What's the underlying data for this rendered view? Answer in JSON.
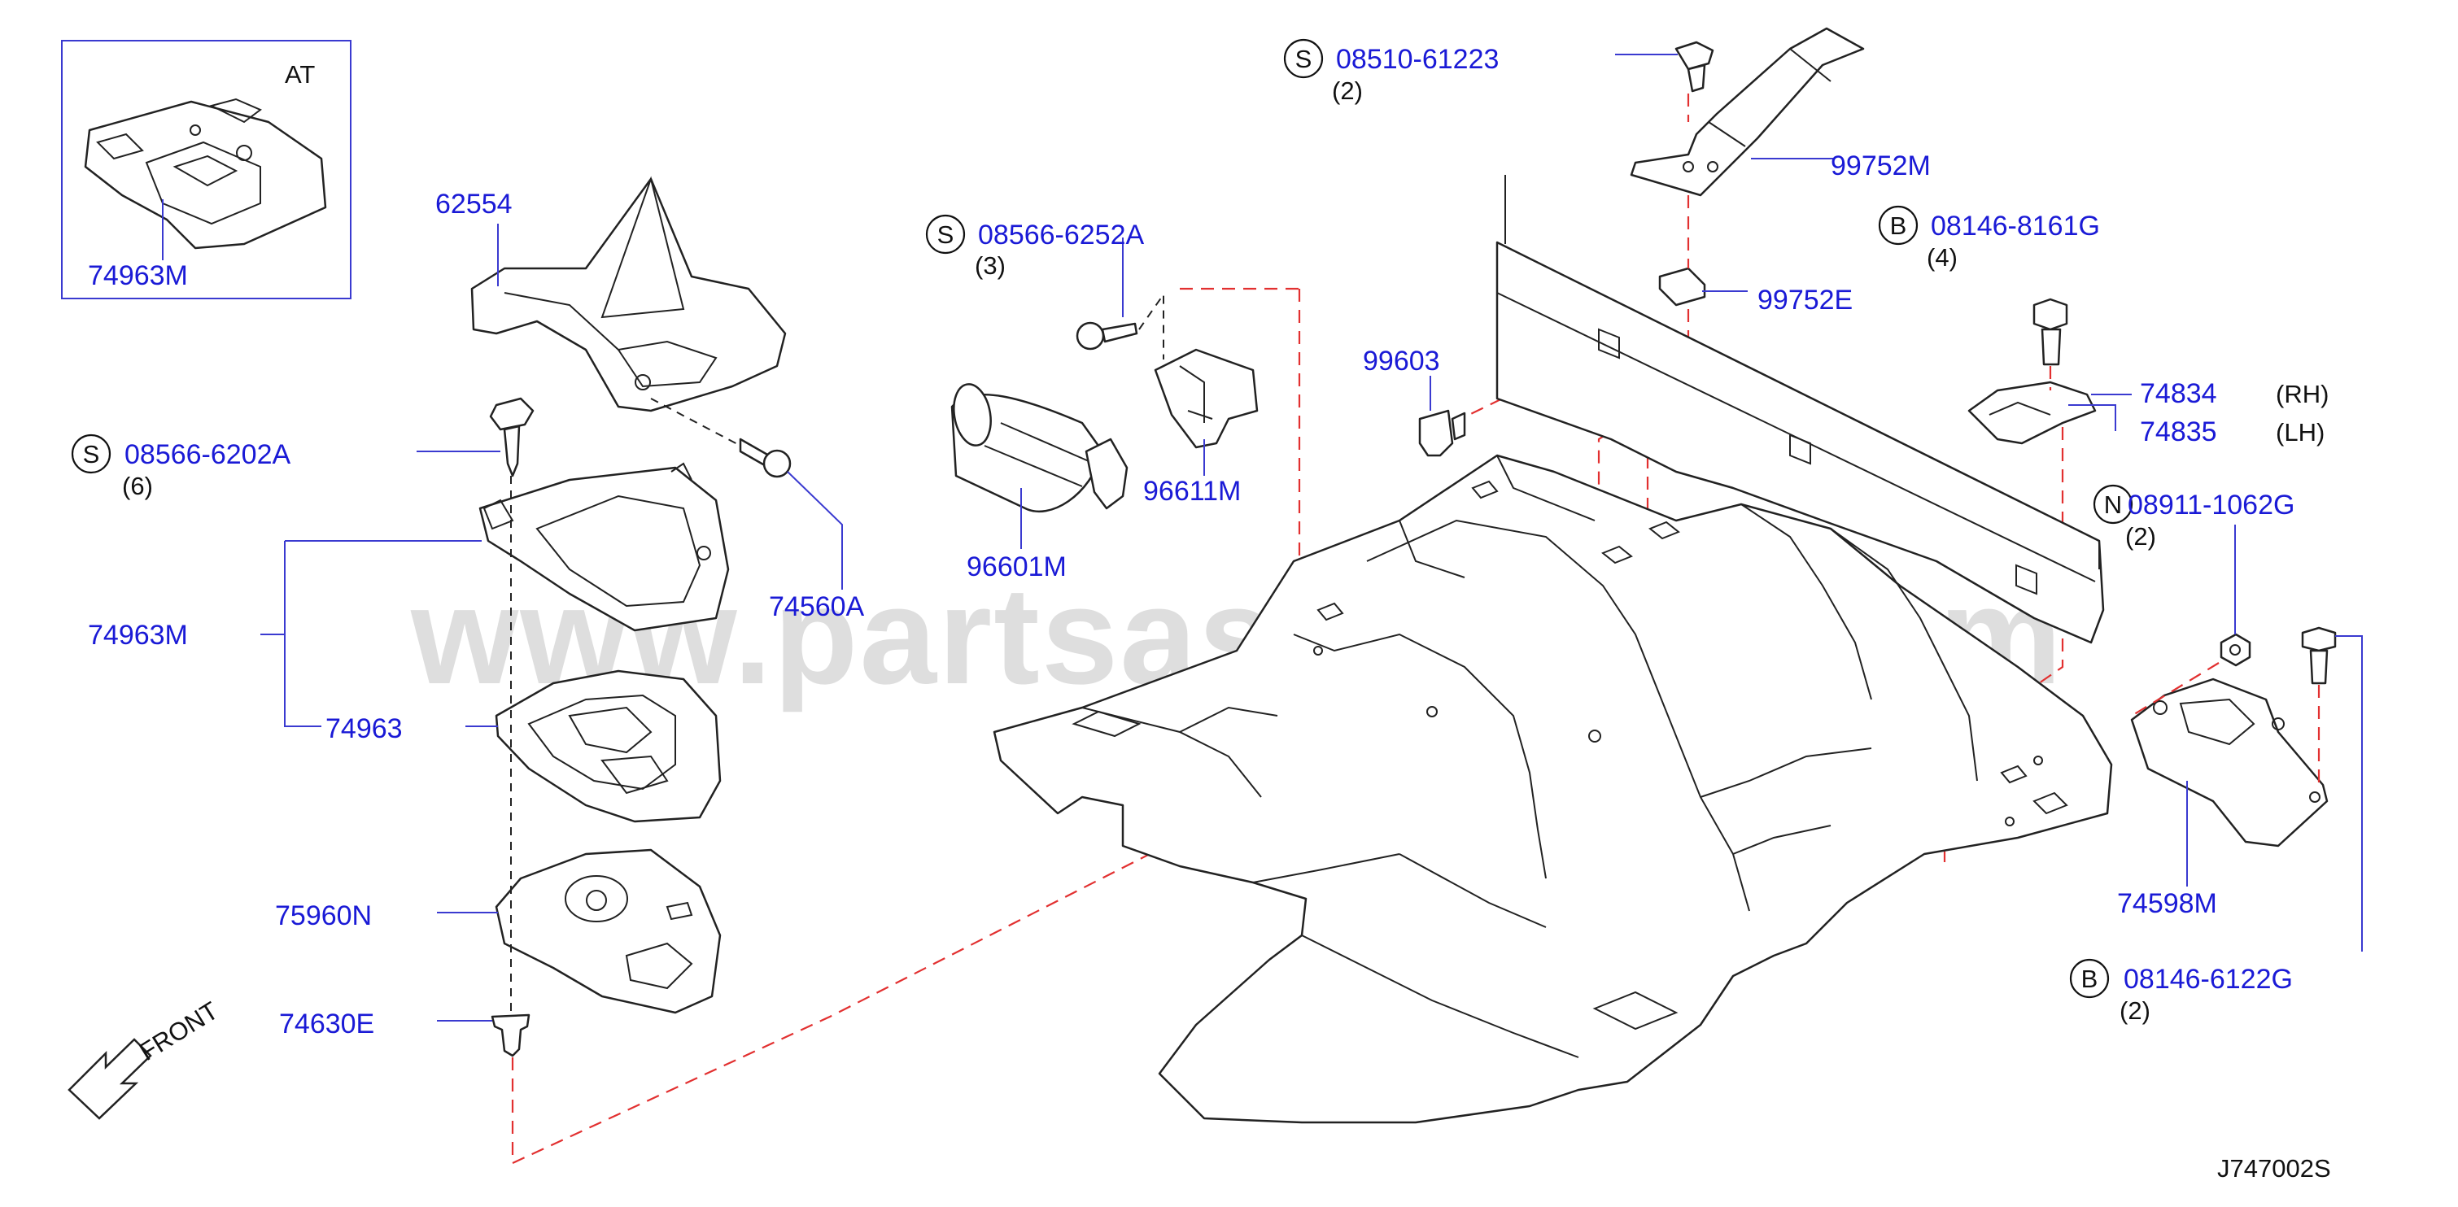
{
  "watermark": "www.partsassistant.com",
  "diagram_code": "J747002S",
  "front_label": "FRONT",
  "inset": {
    "title": "AT",
    "part_number": "74963M"
  },
  "callouts": [
    {
      "id": "62554",
      "part_number": "62554"
    },
    {
      "id": "08566-6202A",
      "prefix": "S",
      "part_number": "08566-6202A",
      "qty": "(6)"
    },
    {
      "id": "74963M-main",
      "part_number": "74963M"
    },
    {
      "id": "74963",
      "part_number": "74963"
    },
    {
      "id": "74560A",
      "part_number": "74560A"
    },
    {
      "id": "75960N",
      "part_number": "75960N"
    },
    {
      "id": "74630E",
      "part_number": "74630E"
    },
    {
      "id": "08566-6252A",
      "prefix": "S",
      "part_number": "08566-6252A",
      "qty": "(3)"
    },
    {
      "id": "96601M",
      "part_number": "96601M"
    },
    {
      "id": "96611M",
      "part_number": "96611M"
    },
    {
      "id": "08510-61223",
      "prefix": "S",
      "part_number": "08510-61223",
      "qty": "(2)"
    },
    {
      "id": "99752M",
      "part_number": "99752M"
    },
    {
      "id": "99752E",
      "part_number": "99752E"
    },
    {
      "id": "99603",
      "part_number": "99603"
    },
    {
      "id": "08146-8161G",
      "prefix": "B",
      "part_number": "08146-8161G",
      "qty": "(4)"
    },
    {
      "id": "74834",
      "part_number": "74834",
      "side": "(RH)"
    },
    {
      "id": "74835",
      "part_number": "74835",
      "side": "(LH)"
    },
    {
      "id": "08911-1062G",
      "prefix": "N",
      "part_number": "08911-1062G",
      "qty": "(2)"
    },
    {
      "id": "74598M",
      "part_number": "74598M"
    },
    {
      "id": "08146-6122G",
      "prefix": "B",
      "part_number": "08146-6122G",
      "qty": "(2)"
    }
  ],
  "colors": {
    "part_number_text": "#1a1ad6",
    "leader_line": "#3a3ad0",
    "assembly_dash": "#e23030",
    "outline": "#222222"
  }
}
